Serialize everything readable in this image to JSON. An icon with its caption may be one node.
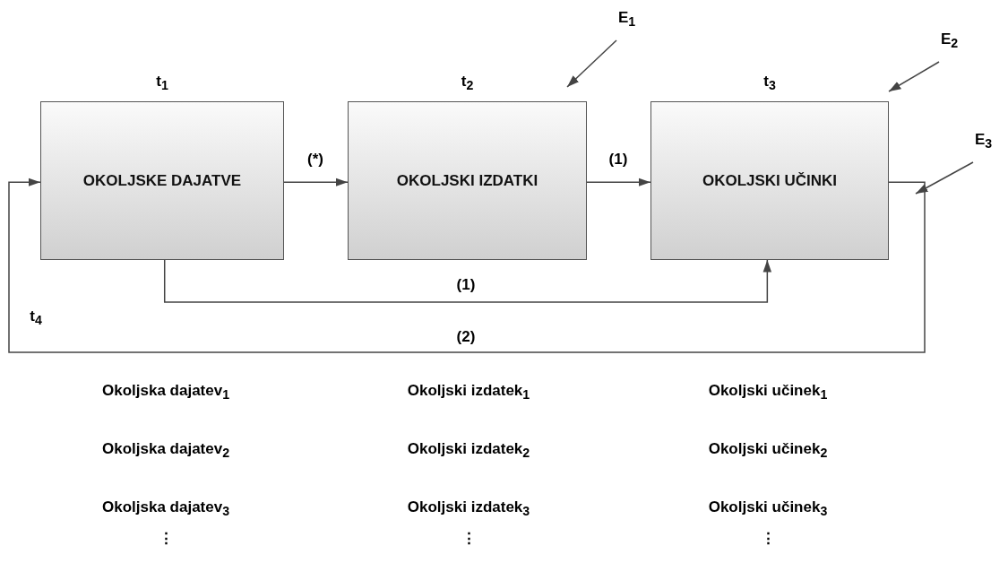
{
  "diagram": {
    "nodes": [
      {
        "text": [
          "OKOLJSKE DAJATVE"
        ],
        "beside": [
          "t$_{1}$"
        ]
      },
      {
        "text": [
          "OKOLJSKI IZDATKI"
        ],
        "beside": [
          "t$_{2}$"
        ]
      },
      {
        "text": [
          "OKOLJSKI UČINKI"
        ],
        "beside": [
          "t$_{3}$"
        ]
      },
      {
        "text": [
          "E$_{1}$"
        ]
      },
      {
        "text": [
          "E$_{2}$"
        ]
      },
      {
        "text": [
          "E$_{3}$"
        ]
      }
    ],
    "edges": [
      {
        "from": 0,
        "to": 1,
        "arrow": "to",
        "label": "(*)"
      },
      {
        "from": 1,
        "to": 2,
        "arrow": "to",
        "label": "(1)"
      },
      {
        "from": 0,
        "to": 2,
        "arrow": "to",
        "label": "(1)"
      },
      {
        "from": 2,
        "to": 0,
        "arrow": "to",
        "label": "(2)"
      },
      {
        "from": 3,
        "to": 1,
        "arrow": "to"
      },
      {
        "from": 4,
        "to": 2,
        "arrow": "to"
      },
      {
        "from": 5,
        "to": null,
        "arrow": "to"
      }
    ],
    "labels": [
      "t$_{4}$",
      "Okoljska dajatev$_{1}$",
      "Okoljski izdatek$_{1}$",
      "Okoljski učinek$_{1}$",
      "Okoljska dajatev$_{2}$",
      "Okoljski izdatek$_{2}$",
      "Okoljski učinek$_{2}$",
      "Okoljska dajatev$_{3}$",
      "Okoljski izdatek$_{3}$",
      "Okoljski učinek$_{3}$",
      "⋮",
      "⋮",
      "⋮"
    ]
  }
}
